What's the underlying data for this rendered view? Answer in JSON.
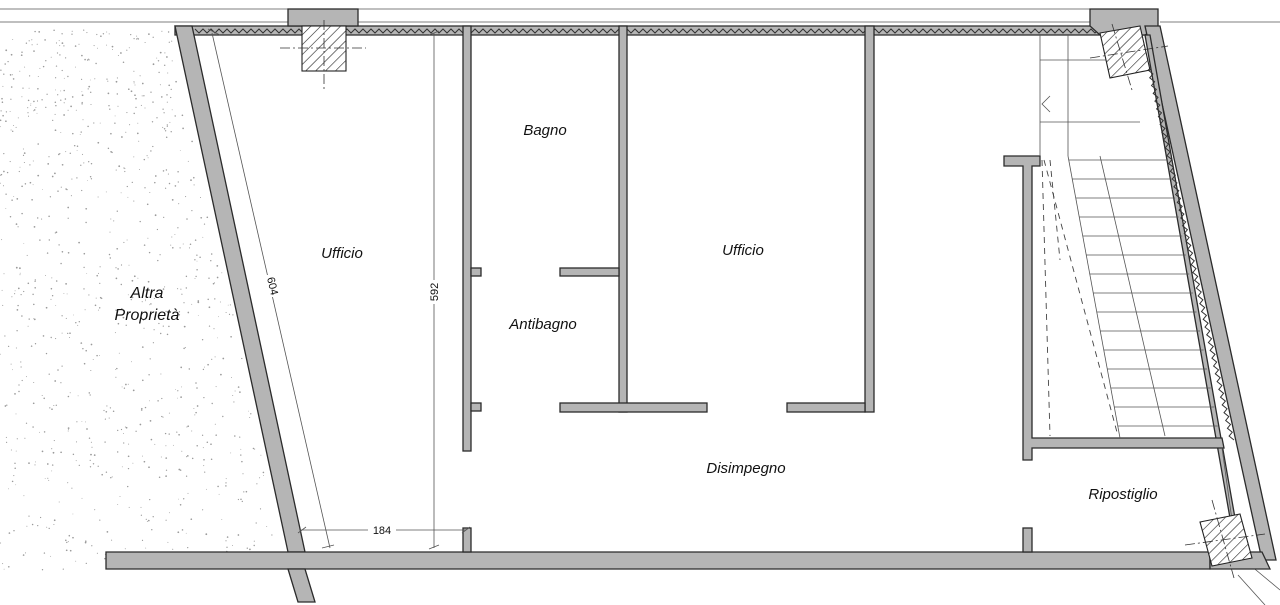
{
  "rooms": {
    "ufficio_left": "Ufficio",
    "bagno": "Bagno",
    "antibagno": "Antibagno",
    "ufficio_right": "Ufficio",
    "disimpegno": "Disimpegno",
    "ripostiglio": "Ripostiglio",
    "altra_line1": "Altra",
    "altra_line2": "Proprietà"
  },
  "dimensions": {
    "diagonal_wall": "604",
    "vertical_height": "592",
    "horizontal_width": "184"
  },
  "colors": {
    "wall_fill": "#b5b5b5",
    "wall_stroke": "#2b2b2b",
    "background": "#ffffff"
  }
}
